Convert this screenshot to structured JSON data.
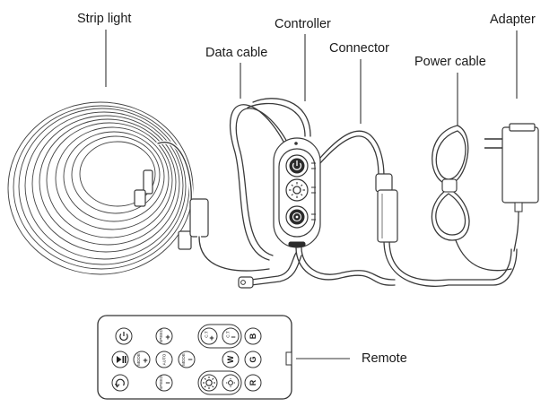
{
  "labels": {
    "strip_light": "Strip light",
    "controller": "Controller",
    "data_cable": "Data cable",
    "connector": "Connector",
    "power_cable": "Power cable",
    "adapter": "Adapter",
    "remote": "Remote"
  },
  "remote_keys": {
    "speed_plus": "SPEED",
    "mode_plus": "MODE",
    "auto": "AUTO",
    "mode_minus": "MODE",
    "speed_minus": "SPEED",
    "cct_a": "C.T",
    "cct_b": "C.T",
    "w": "W",
    "r": "R",
    "g": "G",
    "b": "B"
  }
}
